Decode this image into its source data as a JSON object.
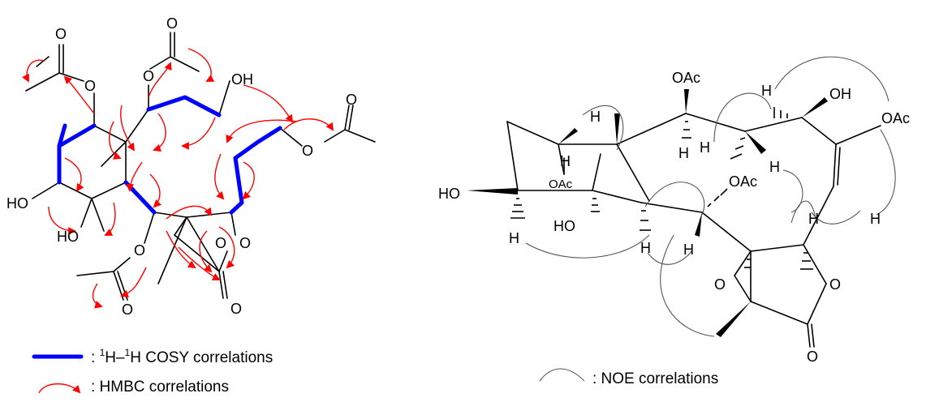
{
  "colors": {
    "cosy": "#0000ff",
    "hmbc": "#ff0000",
    "noe": "#555555",
    "bond": "#000000"
  },
  "left_structure": {
    "labels": {
      "o_top_left_carbonyl": "O",
      "o_top_left_ester": "O",
      "o_top_mid_carbonyl": "O",
      "o_top_mid_ester": "O",
      "oh_top": "OH",
      "ho_left": "HO",
      "ho_bottom": "HO",
      "o_right_ester": "O",
      "o_right_carbonyl": "O",
      "o_bottom_ester": "O",
      "o_bottom_carbonyl": "O",
      "o_lactone_ring": "O",
      "o_lactone_ring2": "O",
      "o_lactone_carbonyl": "O"
    }
  },
  "right_structure": {
    "labels": {
      "oac_top": "OAc",
      "oac_right": "OAc",
      "oac_inner": "OAc",
      "oac_mid": "OAc",
      "oh_top": "OH",
      "ho_left": "HO",
      "ho_inner": "HO",
      "o_epoxide": "O",
      "o_lactone": "O",
      "o_carbonyl": "O"
    },
    "h_labels": [
      "H",
      "H",
      "H",
      "H",
      "H",
      "H",
      "H",
      "H",
      "H",
      "H",
      "H"
    ]
  },
  "legend": {
    "cosy_prefix": ": ",
    "cosy_sup1": "1",
    "cosy_h1": "H–",
    "cosy_sup2": "1",
    "cosy_rest": "H COSY correlations",
    "hmbc": ": HMBC correlations",
    "noe": ": NOE correlations"
  }
}
